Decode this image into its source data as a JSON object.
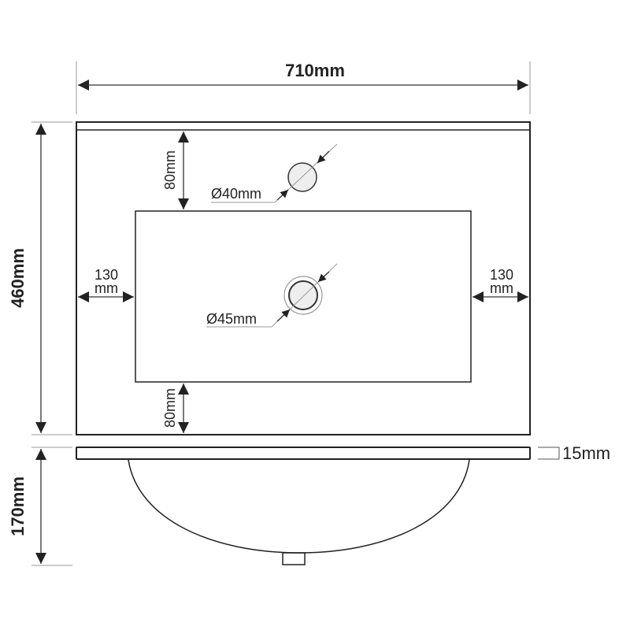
{
  "dimensions": {
    "width": "710mm",
    "depth": "460mm",
    "height": "170mm",
    "slab_thickness": "15mm",
    "front_margin": "80mm",
    "back_margin": "80mm",
    "side_margin_left": {
      "value": "130",
      "unit": "mm"
    },
    "side_margin_right": {
      "value": "130",
      "unit": "mm"
    },
    "faucet_hole": "Ø40mm",
    "drain_hole": "Ø45mm"
  }
}
